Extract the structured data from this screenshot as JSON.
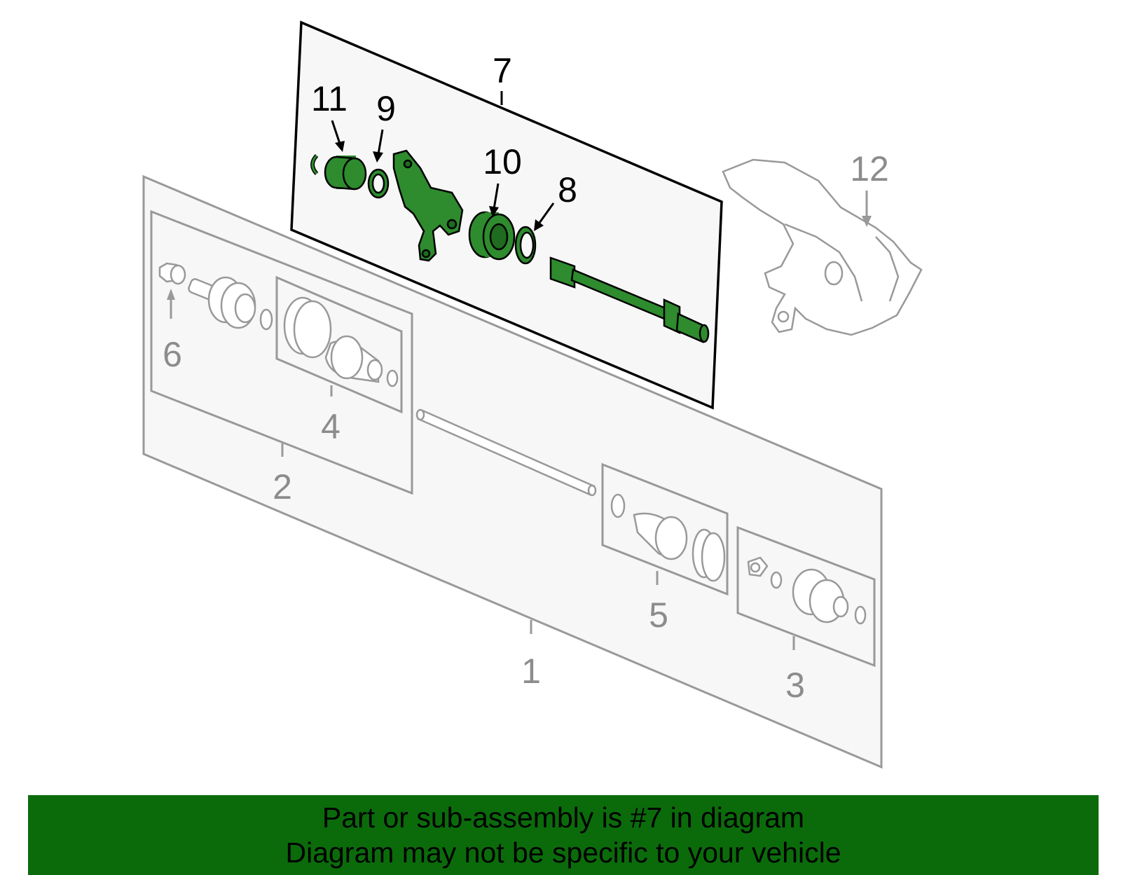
{
  "colors": {
    "banner_bg": "#0b6b0b",
    "highlight_part": "#2e8b2e",
    "gray_line": "#999999",
    "panel_fill": "#f7f7f7"
  },
  "callouts": {
    "p1": "1",
    "p2": "2",
    "p3": "3",
    "p4": "4",
    "p5": "5",
    "p6": "6",
    "p7": "7",
    "p8": "8",
    "p9": "9",
    "p10": "10",
    "p11": "11",
    "p12": "12"
  },
  "banner": {
    "line1": "Part or sub-assembly is #7 in diagram",
    "line2": "Diagram may not be specific to your vehicle"
  }
}
